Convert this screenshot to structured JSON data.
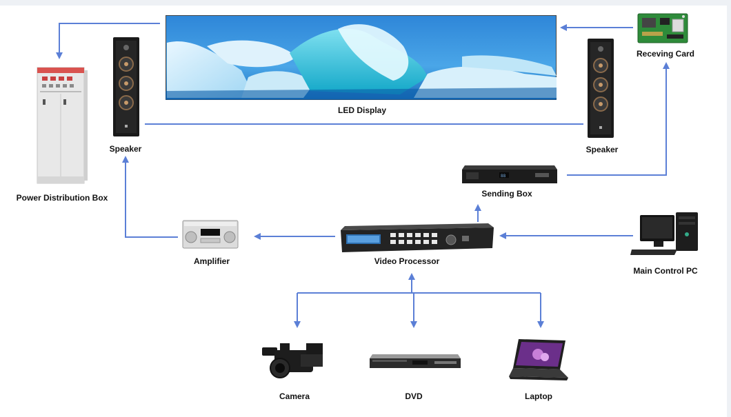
{
  "diagram": {
    "labels": {
      "led_display": "LED Display",
      "speaker_left": "Speaker",
      "speaker_right": "Speaker",
      "receiving_card": "Receving Card",
      "power_box": "Power Distribution Box",
      "sending_box": "Sending Box",
      "amplifier": "Amplifier",
      "video_processor": "Video Processor",
      "main_pc": "Main Control PC",
      "camera": "Camera",
      "dvd": "DVD",
      "laptop": "Laptop"
    },
    "colors": {
      "connector": "#5b7fd6",
      "device_dark": "#1a1a1a",
      "card_green": "#2e8b3a",
      "cabinet": "#e8e8e8"
    }
  }
}
